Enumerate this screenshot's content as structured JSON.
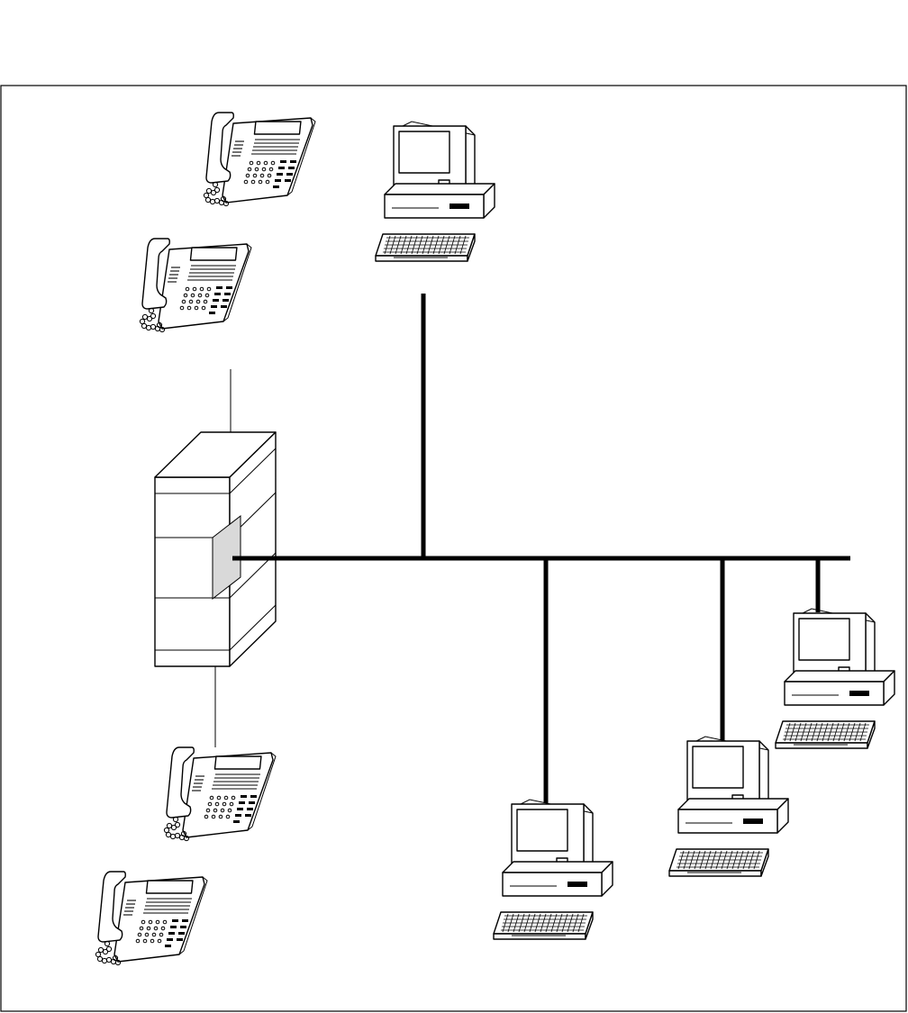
{
  "diagram": {
    "type": "network-topology",
    "text": [],
    "colors": {
      "background": "#ffffff",
      "line": "#000000",
      "connector_panel": "#d9d9d9",
      "screen": "#ffffff"
    },
    "nodes": [
      {
        "id": "pbx-server",
        "kind": "server-tower"
      },
      {
        "id": "phone-1",
        "kind": "telephone",
        "connection": "none"
      },
      {
        "id": "phone-2",
        "kind": "telephone",
        "connection": "wired-to-server"
      },
      {
        "id": "phone-3",
        "kind": "telephone",
        "connection": "wired-to-server"
      },
      {
        "id": "phone-4",
        "kind": "telephone",
        "connection": "none"
      },
      {
        "id": "workstation-1",
        "kind": "desktop-computer"
      },
      {
        "id": "workstation-2",
        "kind": "desktop-computer"
      },
      {
        "id": "workstation-3",
        "kind": "desktop-computer"
      },
      {
        "id": "workstation-4",
        "kind": "desktop-computer"
      }
    ],
    "links": [
      {
        "from": "pbx-server",
        "to": "lan-bus",
        "kind": "network"
      },
      {
        "from": "workstation-1",
        "to": "lan-bus",
        "kind": "network"
      },
      {
        "from": "workstation-2",
        "to": "lan-bus",
        "kind": "network"
      },
      {
        "from": "workstation-3",
        "to": "lan-bus",
        "kind": "network"
      },
      {
        "from": "workstation-4",
        "to": "lan-bus",
        "kind": "network"
      },
      {
        "from": "phone-2",
        "to": "pbx-server",
        "kind": "phone-line"
      },
      {
        "from": "phone-3",
        "to": "pbx-server",
        "kind": "phone-line"
      }
    ]
  }
}
